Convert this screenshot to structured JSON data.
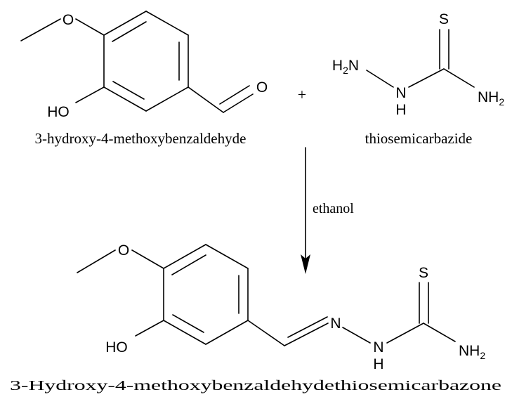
{
  "reactant1": {
    "name": "3-hydroxy-4-methoxybenzaldehyde",
    "atoms": {
      "oxygen_top": "O",
      "hydroxyl": "HO",
      "carbonyl_oxygen": "O"
    }
  },
  "plus_sign": "+",
  "reactant2": {
    "name": "thiosemicarbazide",
    "atoms": {
      "sulfur": "S",
      "amine_left_h": "H",
      "amine_left_sub": "2",
      "amine_left_n": "N",
      "nh_n": "N",
      "nh_h": "H",
      "amine_right_n": "NH",
      "amine_right_sub": "2"
    }
  },
  "reaction": {
    "condition": "ethanol"
  },
  "product": {
    "name": "3-Hydroxy-4-methoxybenzaldehydethiosemicarbazone",
    "atoms": {
      "oxygen_top": "O",
      "hydroxyl": "HO",
      "imine_n": "N",
      "nh_n": "N",
      "nh_h": "H",
      "sulfur": "S",
      "amine_n": "NH",
      "amine_sub": "2"
    }
  }
}
